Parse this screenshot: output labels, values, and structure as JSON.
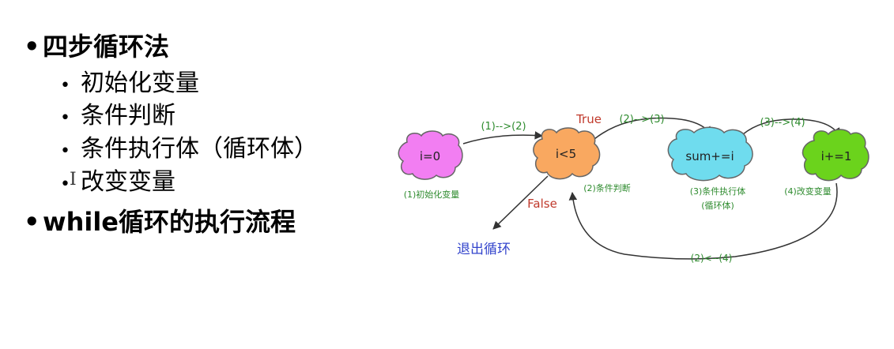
{
  "bullets": {
    "b1": "四步循环法",
    "b1_1": "初始化变量",
    "b1_2": "条件判断",
    "b1_3": "条件执行体（循环体）",
    "b1_4": "改变变量",
    "b2": "while循环的执行流程"
  },
  "diagram": {
    "node_init": "i=0",
    "node_cond": "i<5",
    "node_body": "sum+=i",
    "node_update": "i+=1",
    "caption_init": "(1)初始化变量",
    "caption_cond": "(2)条件判断",
    "caption_body_1": "(3)条件执行体",
    "caption_body_2": "(循环体)",
    "caption_update": "(4)改变变量",
    "edge_1_2": "(1)-->(2)",
    "edge_2_3": "(2)-->(3)",
    "edge_3_4": "(3)-->(4)",
    "edge_4_2": "(2)<--(4)",
    "label_true": "True",
    "label_false": "False",
    "exit_label": "退出循环"
  },
  "colors": {
    "init_fill": "#f27ef2",
    "cond_fill": "#f9a860",
    "body_fill": "#6fdcee",
    "update_fill": "#6bd31c",
    "edge_text": "#2e8b2e",
    "true_false_text": "#c0392b",
    "exit_text": "#3344cc",
    "line": "#333333"
  },
  "icons": {
    "bullet": "bullet-dot-icon",
    "text_cursor": "text-cursor-icon"
  }
}
